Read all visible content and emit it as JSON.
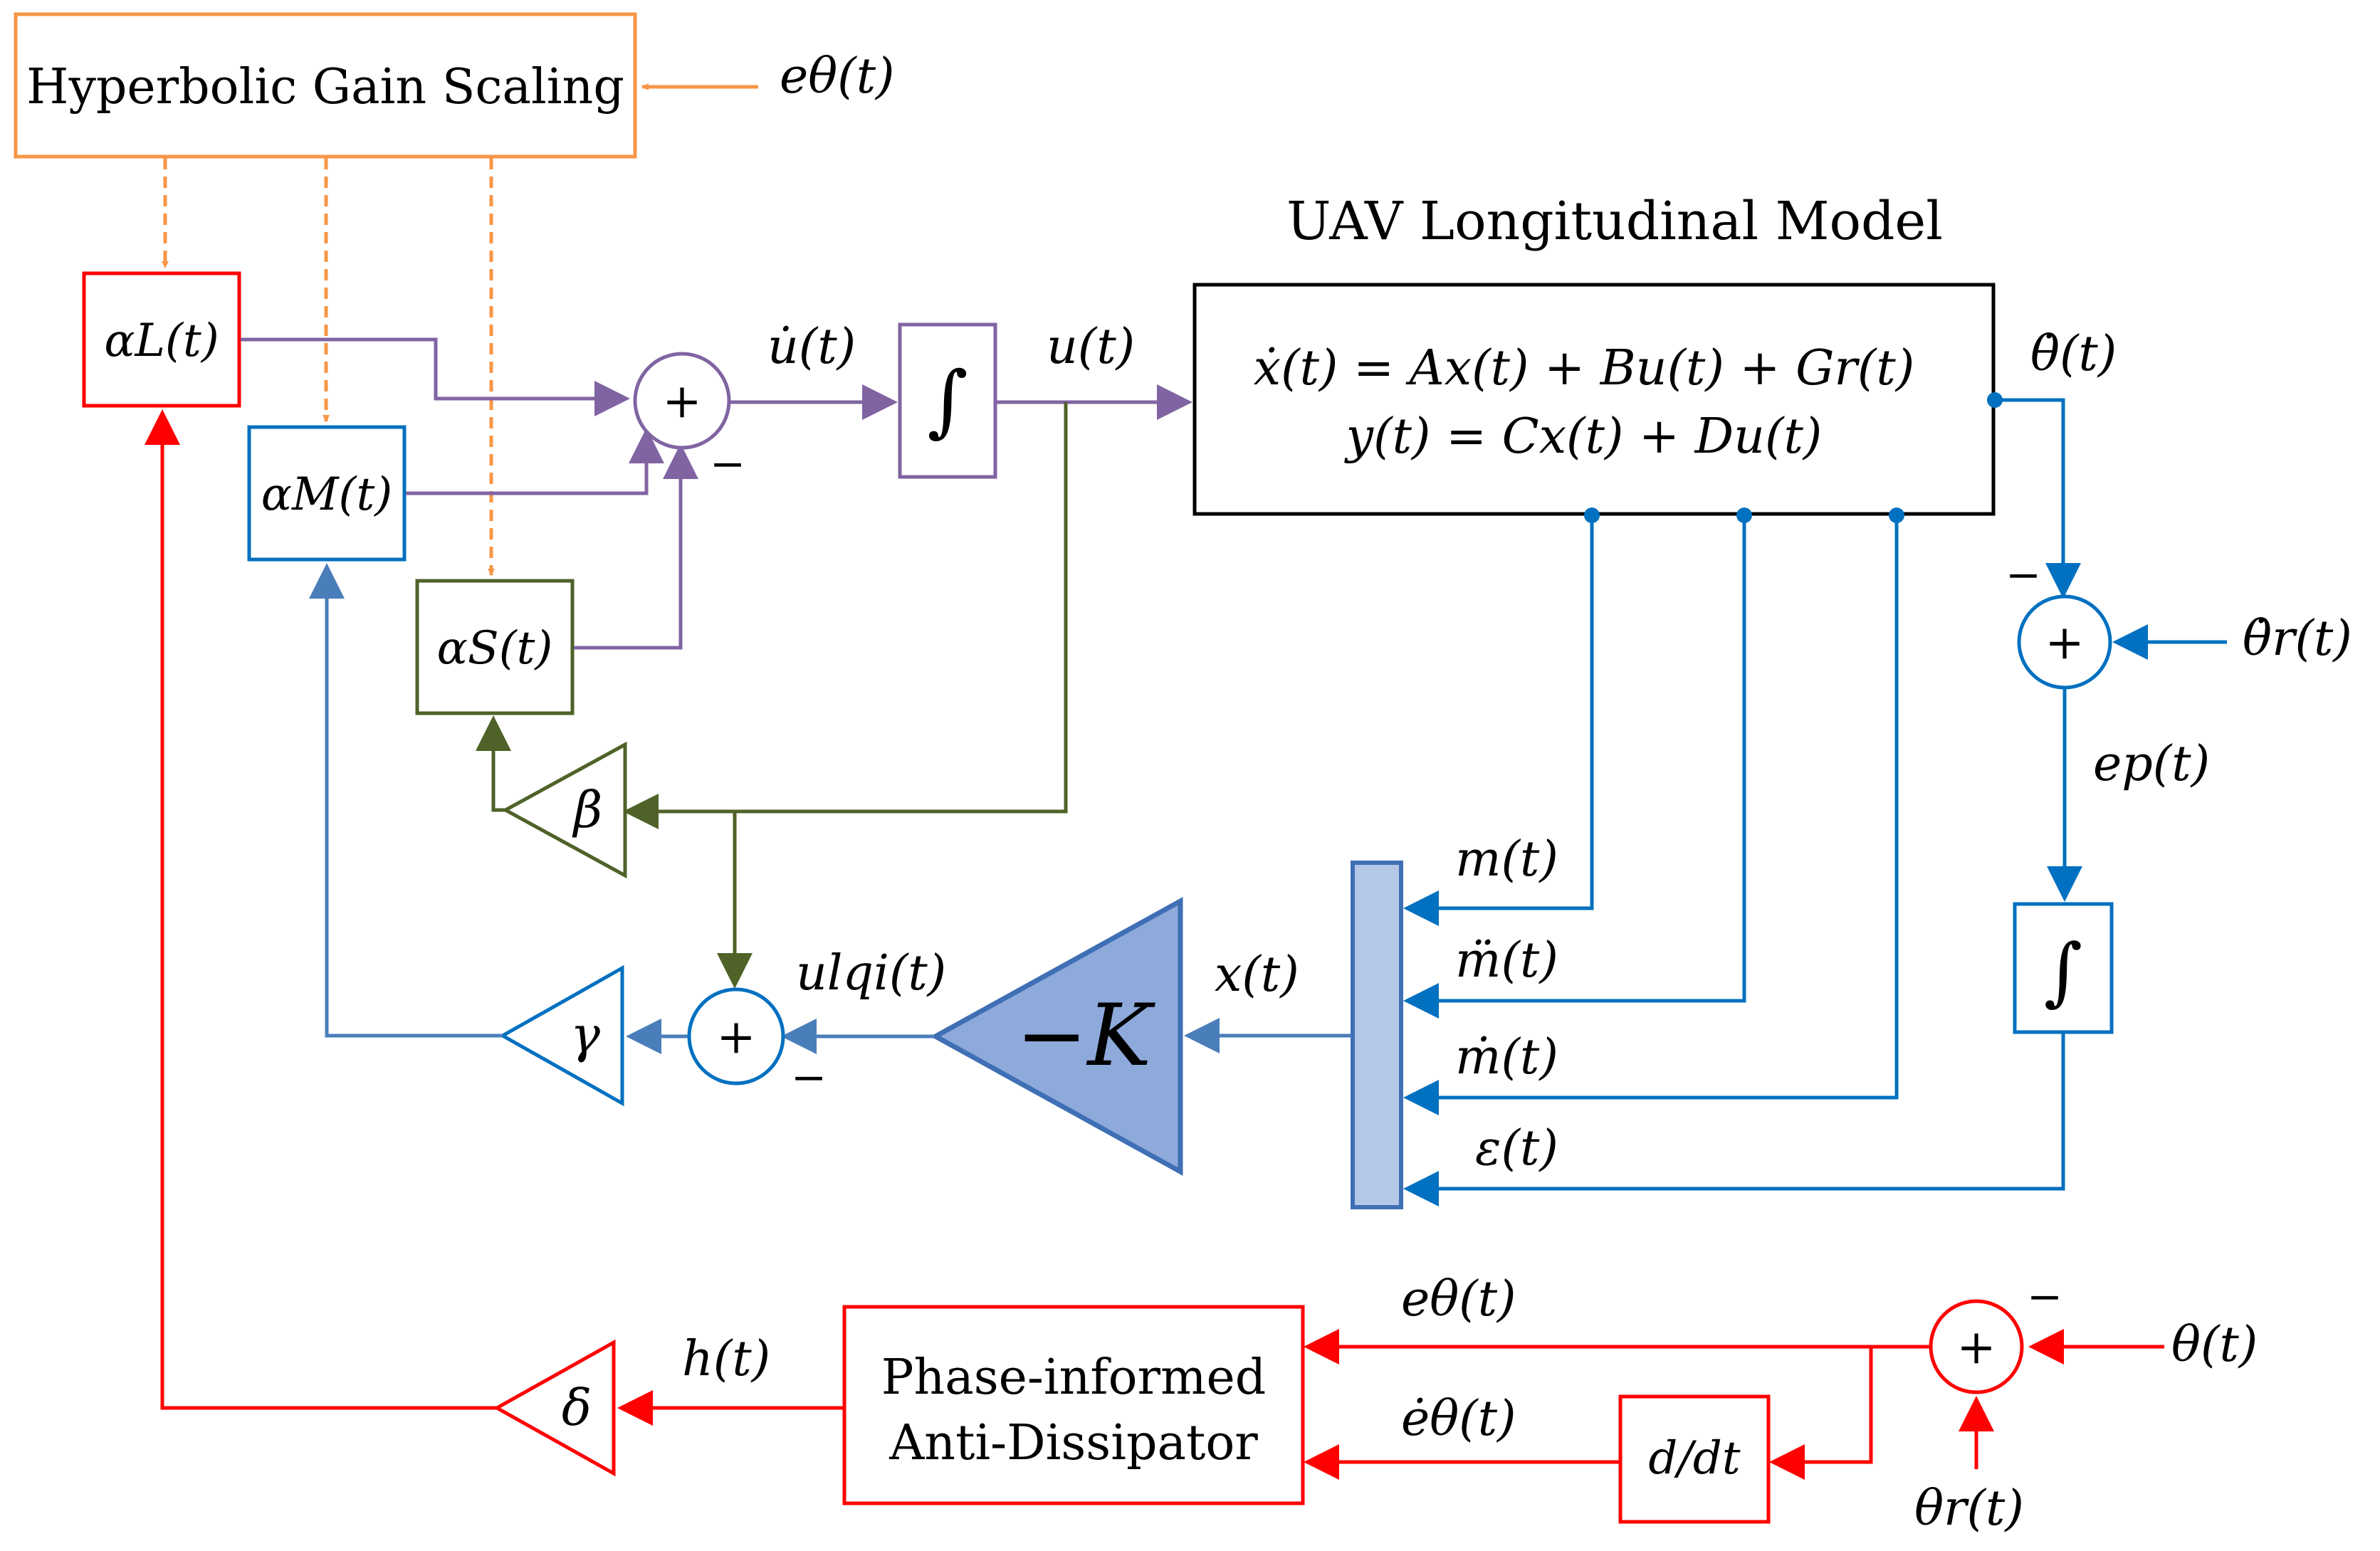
{
  "colors": {
    "orange": "#f79646",
    "red": "#ff0000",
    "blue": "#0070c0",
    "steel": "#4a7ebb",
    "purple": "#8064a2",
    "green": "#4f6228",
    "black": "#000000",
    "k_fill": "#8eaadb",
    "k_stroke": "#3f6fb5",
    "mux_fill": "#b4c7e7"
  },
  "blocks": {
    "hyperbolic": "Hyperbolic Gain Scaling",
    "uav_title": "UAV Longitudinal Model",
    "uav_eq1": "ẋ(t) = Ax(t) + Bu(t) + Gr(t)",
    "uav_eq2": "y(t) = Cx(t) + Du(t)",
    "alpha_l": "αL(t)",
    "alpha_m": "αM(t)",
    "alpha_s": "αS(t)",
    "integrator": "∫",
    "gain_k": "−K",
    "beta": "β",
    "gamma": "γ",
    "delta": "δ",
    "pad_1": "Phase-informed",
    "pad_2": "Anti-Dissipator",
    "derivative": "d/dt"
  },
  "signals": {
    "e_theta_top": "eθ(t)",
    "u_dot": "u̇(t)",
    "u": "u(t)",
    "theta_dot": "θ̇(t)",
    "theta_r_dot": "θ̇r(t)",
    "e_p": "ep(t)",
    "m": "m(t)",
    "m_ddot": "m̈(t)",
    "m_dot": "ṁ(t)",
    "epsilon": "ε(t)",
    "x": "x(t)",
    "u_lqi": "ulqi(t)",
    "e_theta": "eθ(t)",
    "e_theta_dot": "ėθ(t)",
    "h": "h(t)",
    "theta": "θ(t)",
    "theta_r": "θr(t)"
  },
  "sum_signs": {
    "plus": "+",
    "minus": "−"
  }
}
